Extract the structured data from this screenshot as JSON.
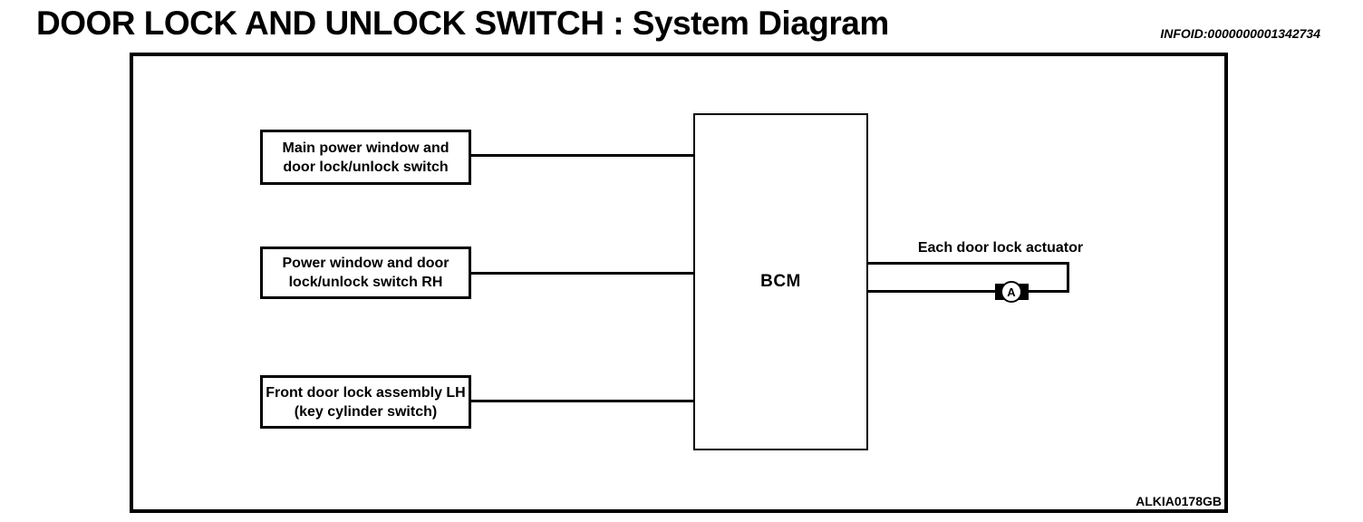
{
  "page": {
    "title": "DOOR LOCK AND UNLOCK SWITCH : System Diagram",
    "infoid": "INFOID:0000000001342734",
    "figure_code": "ALKIA0178GB"
  },
  "diagram": {
    "input_boxes": [
      {
        "line1": "Main power window and",
        "line2": "door lock/unlock switch"
      },
      {
        "line1": "Power window and door",
        "line2": "lock/unlock switch RH"
      },
      {
        "line1": "Front door lock assembly LH",
        "line2": "(key cylinder switch)"
      }
    ],
    "control_module": {
      "label": "BCM"
    },
    "output": {
      "label": "Each door lock actuator",
      "connector_letter": "A"
    },
    "colors": {
      "line": "#000000",
      "background": "#ffffff"
    }
  }
}
